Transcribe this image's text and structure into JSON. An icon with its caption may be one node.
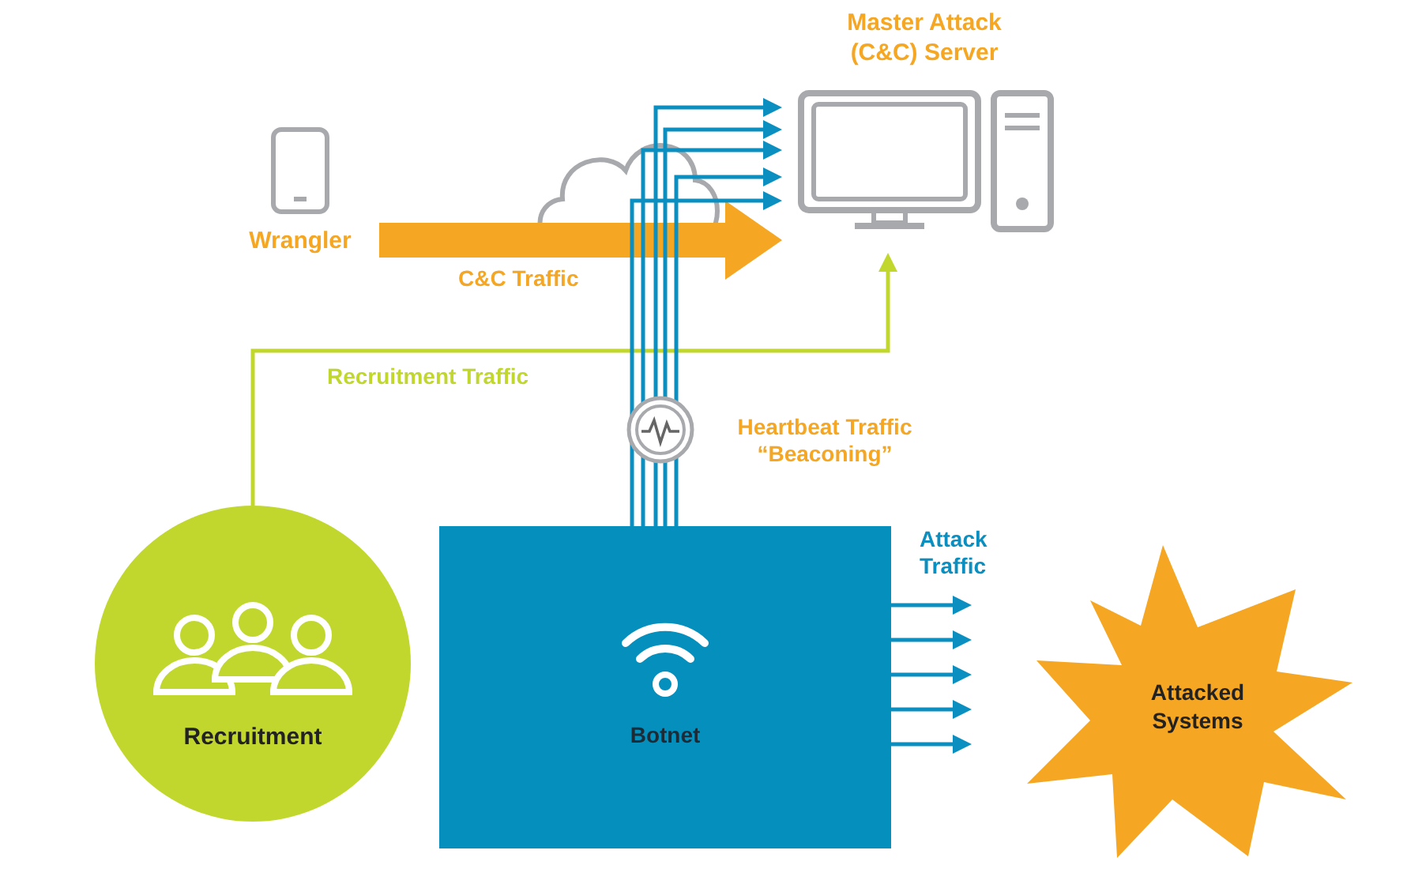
{
  "diagram": {
    "nodes": [
      {
        "text": [
          "Master Attack (C&C) Server"
        ]
      },
      {
        "text": [
          "Wrangler"
        ]
      },
      {
        "text": [
          "Recruitment"
        ]
      },
      {
        "text": [
          "Botnet"
        ]
      },
      {
        "text": [
          "Attacked Systems"
        ]
      }
    ],
    "edges": [
      {
        "from": 1,
        "to": 0,
        "arrow": "to",
        "label": "C&C Traffic",
        "style": "thick",
        "color": "#f5a623"
      },
      {
        "from": 2,
        "to": 0,
        "arrow": "to",
        "label": "Recruitment Traffic",
        "color": "#c1d72e"
      },
      {
        "from": 3,
        "to": 0,
        "arrow": "to"
      },
      {
        "from": 3,
        "to": 0,
        "arrow": "to"
      },
      {
        "from": 3,
        "to": 0,
        "arrow": "to"
      },
      {
        "from": 3,
        "to": 0,
        "arrow": "to"
      },
      {
        "from": 3,
        "to": 0,
        "arrow": "to"
      },
      {
        "from": 3,
        "to": null,
        "arrow": "to"
      },
      {
        "from": 3,
        "to": null,
        "arrow": "to"
      },
      {
        "from": 3,
        "to": null,
        "arrow": "to"
      },
      {
        "from": 3,
        "to": null,
        "arrow": "to"
      },
      {
        "from": 3,
        "to": null,
        "arrow": "to"
      }
    ],
    "labels": [
      "Heartbeat Traffic “Beaconing”",
      "Attack Traffic"
    ]
  }
}
